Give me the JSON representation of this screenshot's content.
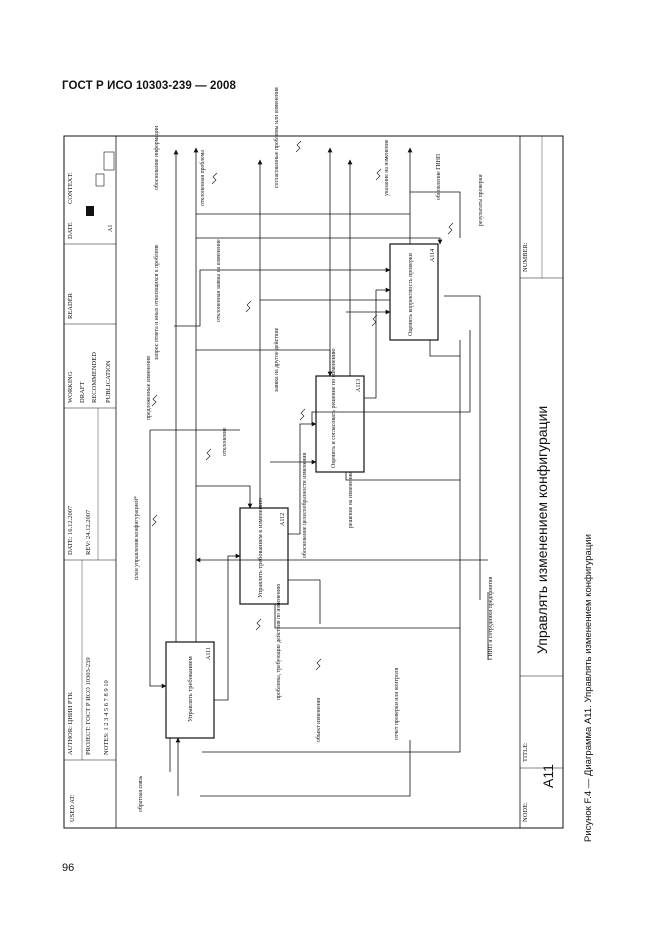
{
  "document": {
    "header": "ГОСТ Р ИСО 10303-239 — 2008",
    "page_number": "96",
    "figure_caption": "Рисунок F.4 — Диаграмма А11. Управлять изменением конфигурации"
  },
  "form": {
    "used_at": "USED AT:",
    "author": "AUTHOR: ЦНИИ РТК",
    "project": "PROJECT: ГОСТ Р ИСО 10303-239",
    "notes": "NOTES: 1 2 3 4 5 6 7 8 9 10",
    "date": "DATE: 16.12.2007",
    "rev": "REV: 24.12.2007",
    "working": "WORKING",
    "draft": "DRAFT",
    "recommended": "RECOMMENDED",
    "publication": "PUBLICATION",
    "reader": "READER",
    "date2": "DATE",
    "context": "CONTEXT:",
    "node_ref": "A1",
    "node_label": "NODE:",
    "node_value": "A11",
    "title_label": "TITLE:",
    "title_value": "Управлять изменением конфигурации",
    "number_label": "NUMBER:"
  },
  "activities": [
    {
      "label": "Управлять требованием",
      "node": "A111"
    },
    {
      "label": "Управлять требованием к изменению",
      "node": "A112"
    },
    {
      "label": "Оценить и согласовать решение по изменению",
      "node": "A113"
    },
    {
      "label": "Оценить корректность проверки",
      "node": "A114"
    }
  ],
  "arrows": {
    "input_request": "обратная связь",
    "control_plan": "план управления конфигурацией*",
    "output_rejected": "отклонение",
    "output_proposal": "предложенные изменения",
    "support_ipi": "ГИНП и сотрудники предприятия",
    "approve": "решение на изменение",
    "subject": "объект изменения",
    "report": "отчет проверки или контроля",
    "problems": "проблемы, требующие действия по изменению",
    "analysis": "обоснование целесообразности изменения",
    "request_info": "запрос ответа и иных относящихся к проблеме",
    "rejected_out": "отклоненная заявка на изменение",
    "need_other": "заявка на другое действие",
    "ready_event": "обоснование информации",
    "rejected2": "отклоненная проблема",
    "approved_change": "согласованные проблемы или изменения",
    "notice": "указание на изменение",
    "notice_ipi": "обновление ГИНП",
    "review_result": "результаты проверки"
  }
}
